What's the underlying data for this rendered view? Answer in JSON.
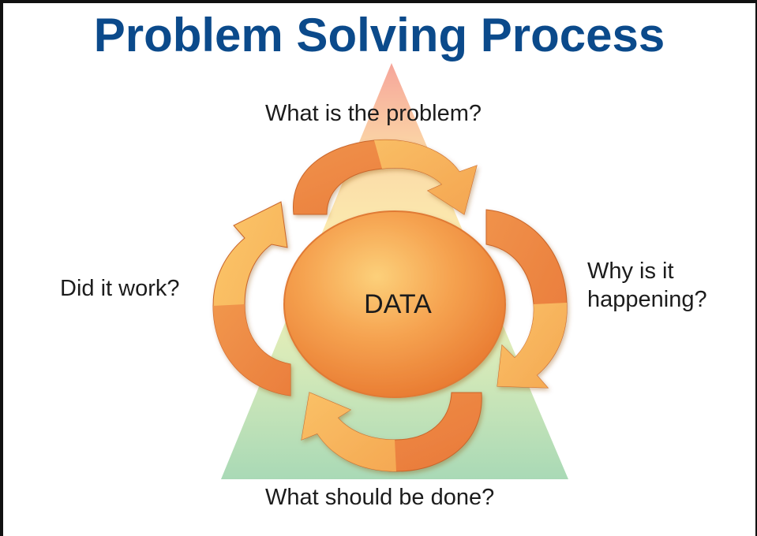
{
  "title": "Problem Solving Process",
  "center": "DATA",
  "steps": {
    "top": "What is the problem?",
    "right": "Why is it happening?",
    "bottom": "What should be done?",
    "left": "Did it work?"
  },
  "colors": {
    "title": "#0b4a8b",
    "triangle_top": "#f6a59a",
    "triangle_middle": "#fbeeb0",
    "triangle_bottom": "#a9d9b6",
    "arrow_dark": "#ee8b43",
    "arrow_light": "#f8b95a",
    "data_circle": "#f08c3c"
  }
}
